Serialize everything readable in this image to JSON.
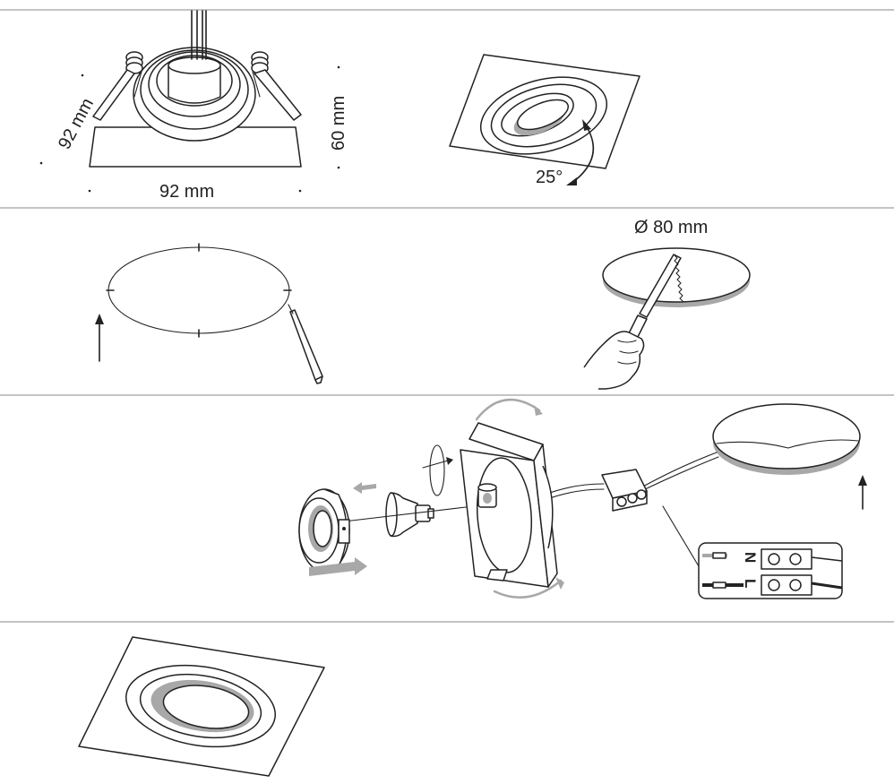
{
  "sections": [
    {
      "id": "dimensions",
      "labels": {
        "depth": "92 mm",
        "width": "92 mm",
        "height": "60 mm",
        "tilt": "25°"
      }
    },
    {
      "id": "cutout",
      "labels": {
        "diameter": "Ø 80 mm"
      }
    },
    {
      "id": "assembly",
      "labels": {
        "neutral": "N",
        "live": "L"
      }
    },
    {
      "id": "finished"
    }
  ],
  "colors": {
    "line": "#222222",
    "accent_grey": "#a8a8a8",
    "divider": "#8a8a8a"
  }
}
